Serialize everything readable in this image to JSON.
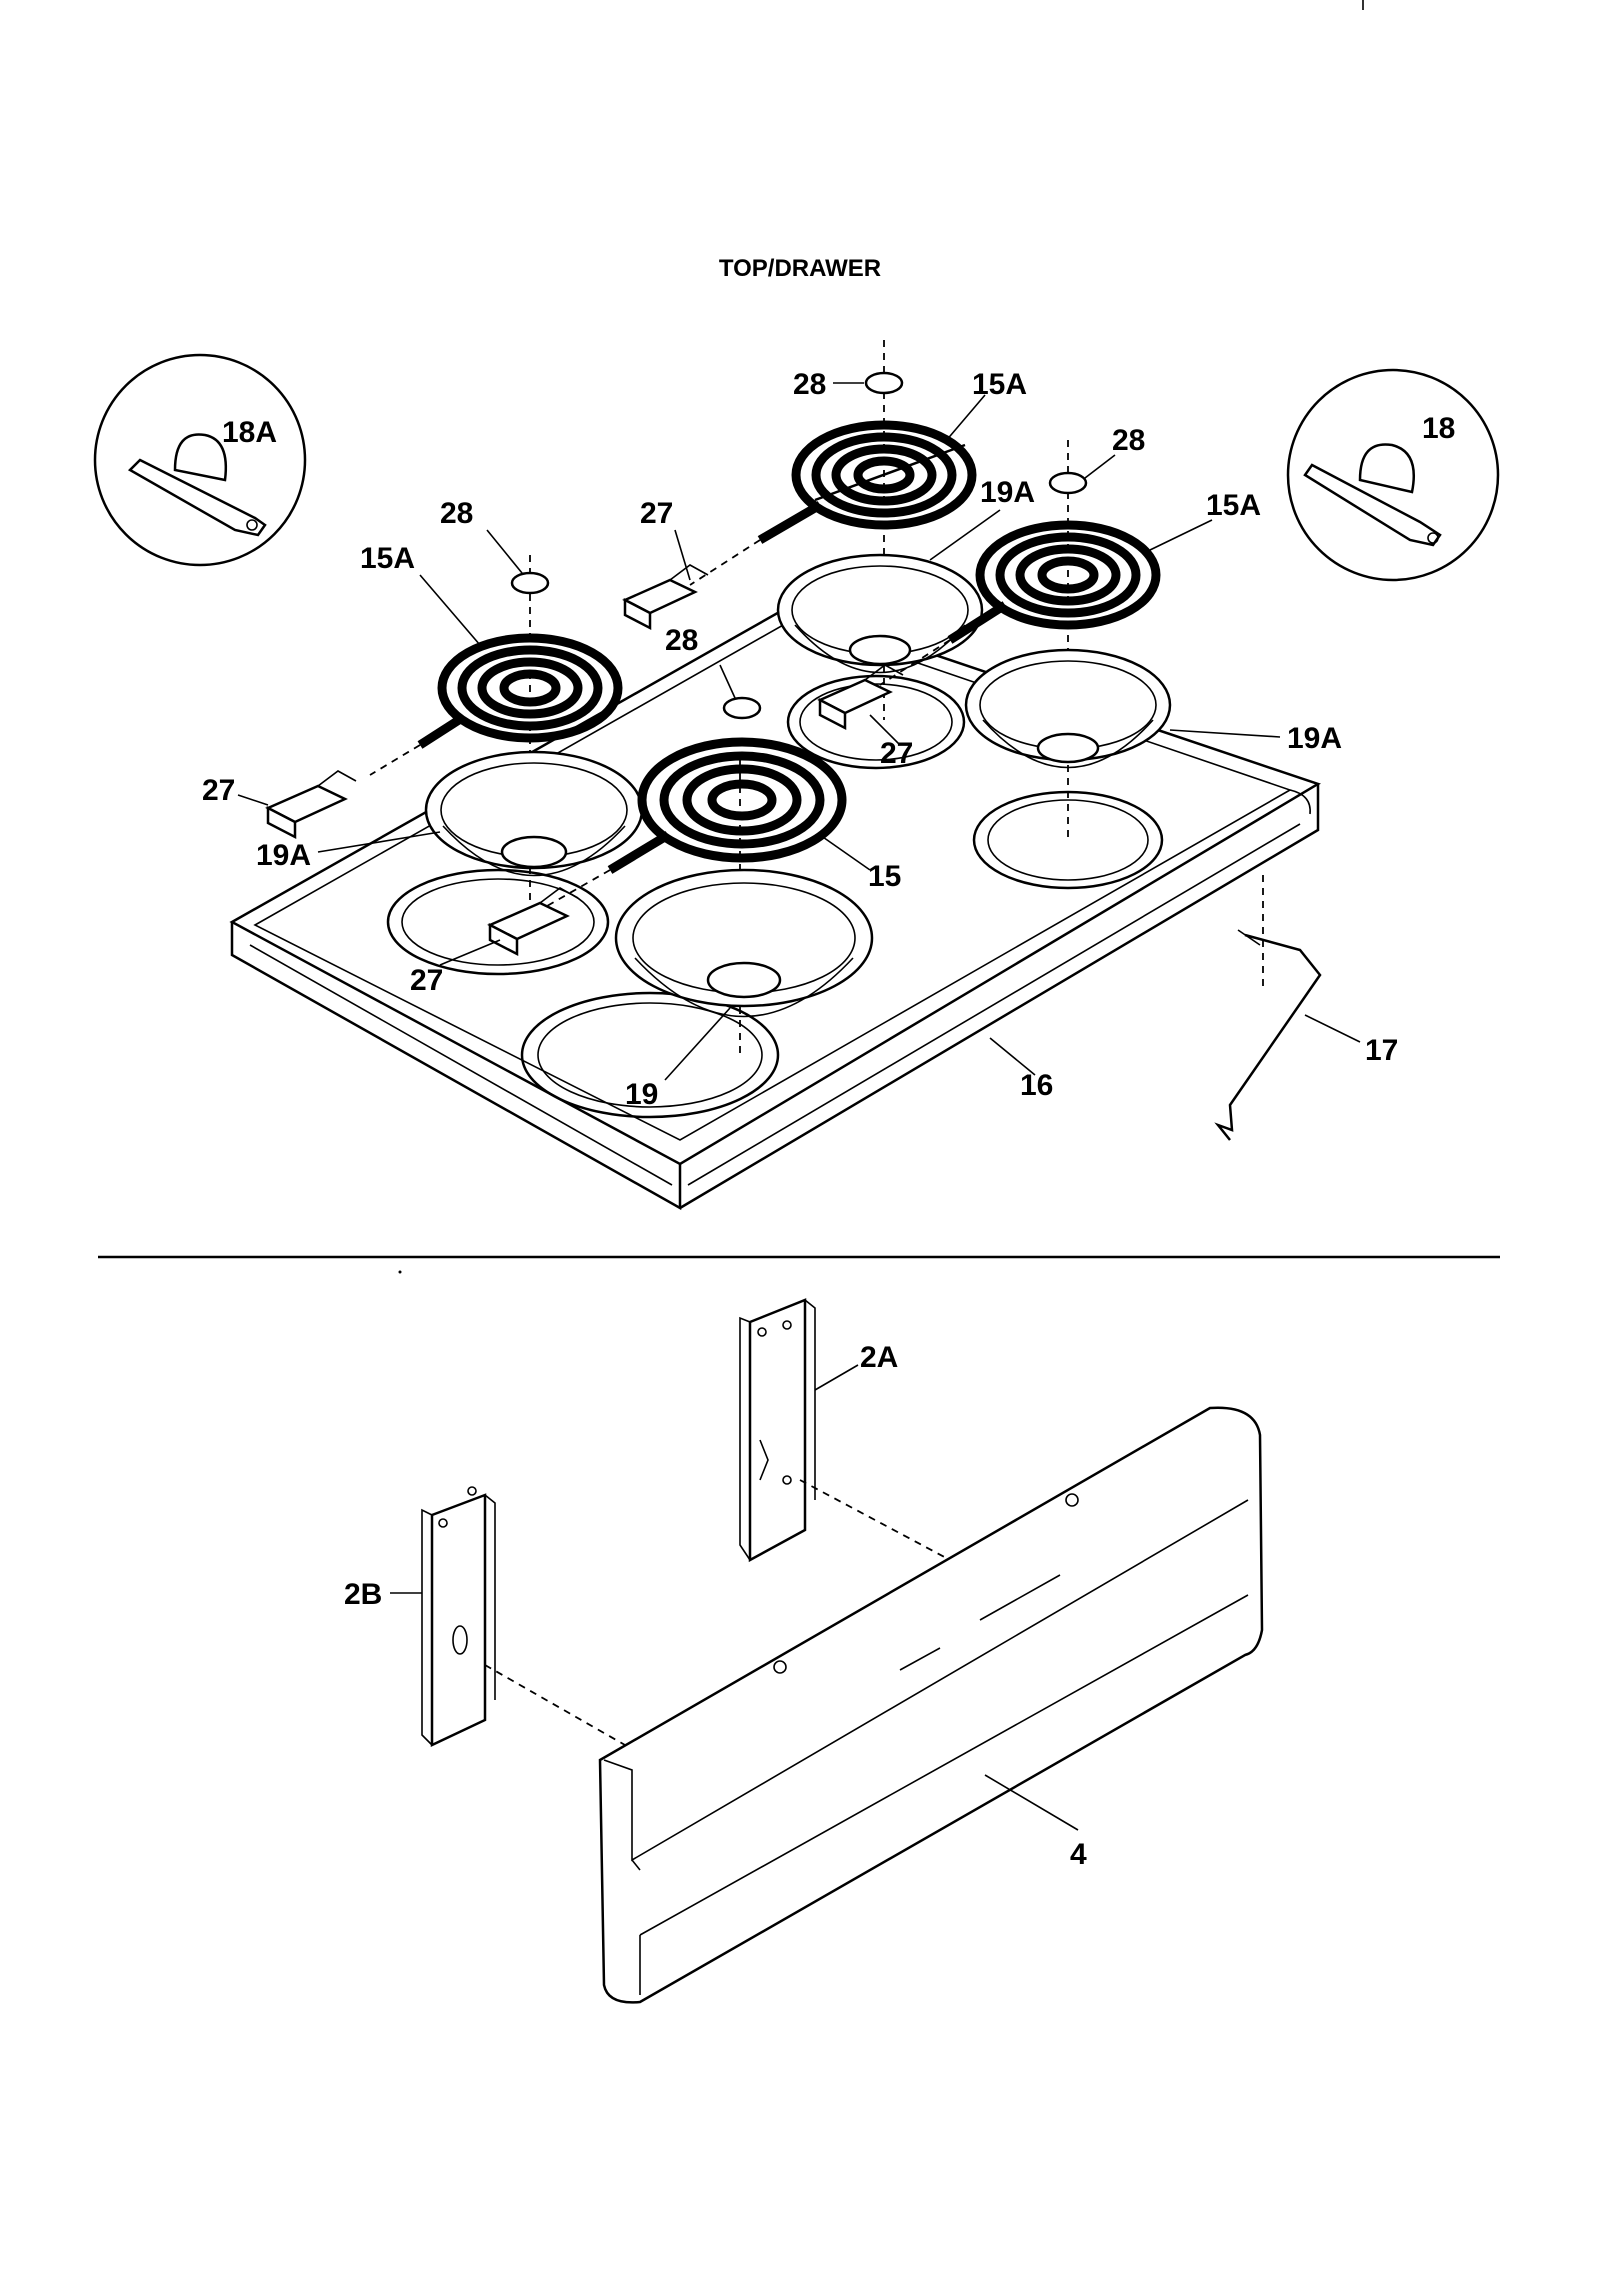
{
  "title": "TOP/DRAWER",
  "callouts": {
    "c28_top": "28",
    "c15A_top": "15A",
    "c28_right": "28",
    "c18A": "18A",
    "c18": "18",
    "c28_left": "28",
    "c27_upper": "27",
    "c19A_center": "19A",
    "c15A_right": "15A",
    "c15A_left": "15A",
    "c28_center": "28",
    "c27_center": "27",
    "c19A_right": "19A",
    "c27_left": "27",
    "c19A_left": "19A",
    "c15": "15",
    "c27_bottom": "27",
    "c17": "17",
    "c16": "16",
    "c19": "19",
    "c2A": "2A",
    "c2B": "2B",
    "c4": "4"
  }
}
